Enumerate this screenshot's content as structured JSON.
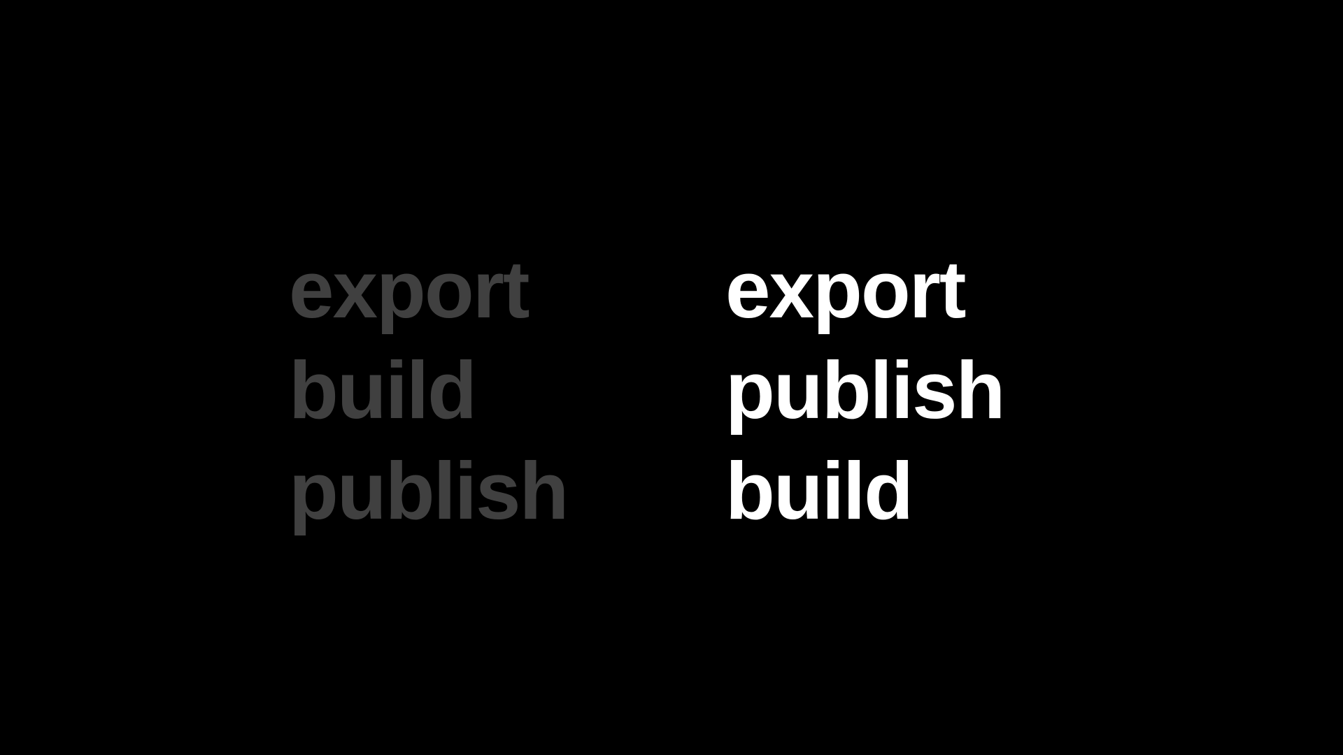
{
  "colors": {
    "background": "#000000",
    "dimmed_text": "#404040",
    "highlight_text": "#ffffff"
  },
  "columns": {
    "before": [
      "export",
      "build",
      "publish"
    ],
    "after": [
      "export",
      "publish",
      "build"
    ]
  }
}
